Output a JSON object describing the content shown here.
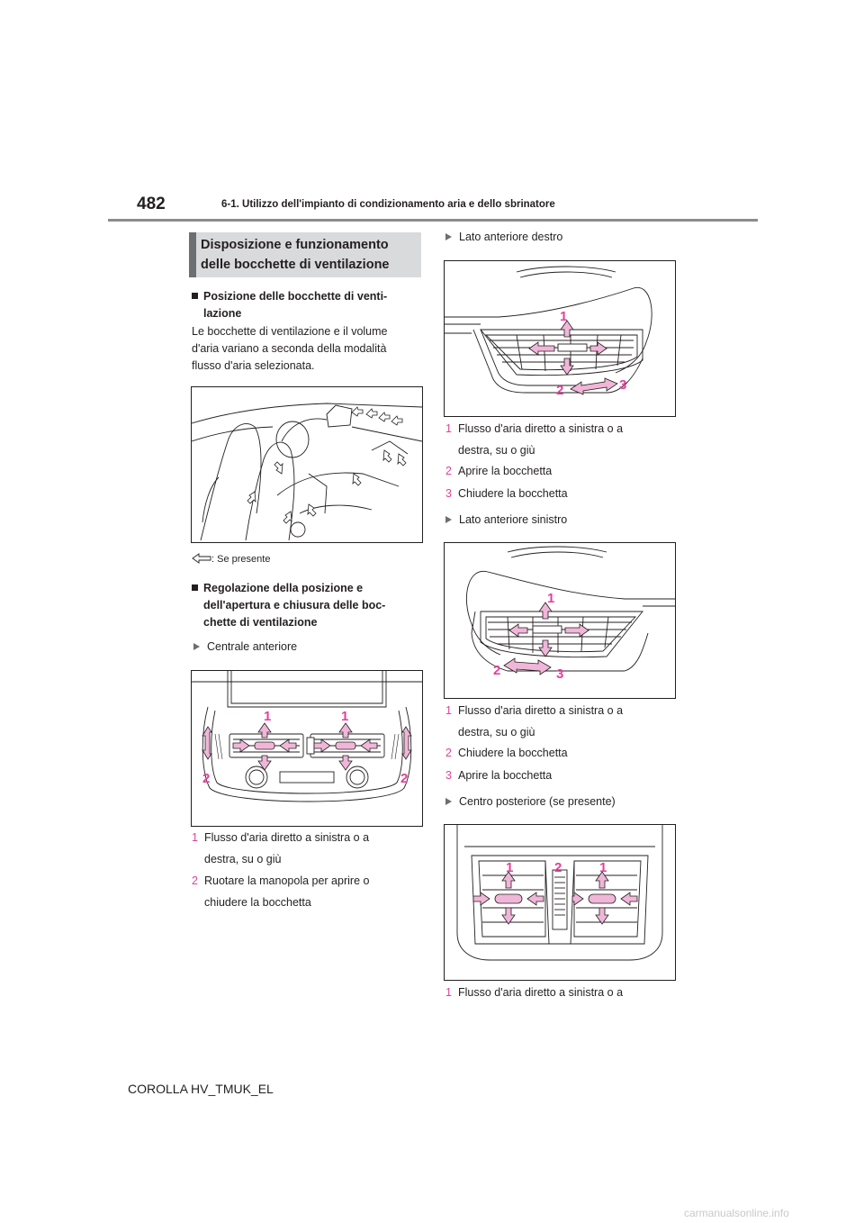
{
  "header": {
    "page_number": "482",
    "chapter_title": "6-1. Utilizzo dell'impianto di condizionamento aria e dello sbrinatore"
  },
  "section": {
    "title_line1": "Disposizione e funzionamento",
    "title_line2": "delle bocchette di ventilazione"
  },
  "left": {
    "position_heading_line1": "Posizione delle bocchette di venti-",
    "position_heading_line2": "lazione",
    "intro_line1": "Le bocchette di ventilazione e il volume",
    "intro_line2": "d'aria variano a seconda della modalità",
    "intro_line3": "flusso d'aria selezionata.",
    "legend_text": ": Se presente",
    "adjust_heading_line1": "Regolazione della posizione e",
    "adjust_heading_line2": "dell'apertura e chiusura delle boc-",
    "adjust_heading_line3": "chette di ventilazione",
    "front_center_label": "Centrale anteriore",
    "fc_item1_num": "1",
    "fc_item1_line1": "Flusso d'aria diretto a sinistra o a",
    "fc_item1_line2": "destra, su o giù",
    "fc_item2_num": "2",
    "fc_item2_line1": "Ruotare la manopola per aprire o",
    "fc_item2_line2": "chiudere la bocchetta"
  },
  "right": {
    "front_right_label": "Lato anteriore destro",
    "fr_item1_num": "1",
    "fr_item1_line1": "Flusso d'aria diretto a sinistra o a",
    "fr_item1_line2": "destra, su o giù",
    "fr_item2_num": "2",
    "fr_item2_text": "Aprire la bocchetta",
    "fr_item3_num": "3",
    "fr_item3_text": "Chiudere la bocchetta",
    "front_left_label": "Lato anteriore sinistro",
    "fl_item1_num": "1",
    "fl_item1_line1": "Flusso d'aria diretto a sinistra o a",
    "fl_item1_line2": "destra, su o giù",
    "fl_item2_num": "2",
    "fl_item2_text": "Chiudere la bocchetta",
    "fl_item3_num": "3",
    "fl_item3_text": "Aprire la bocchetta",
    "rear_center_label": "Centro posteriore (se presente)",
    "rc_item1_num": "1",
    "rc_item1_line1": "Flusso d'aria diretto a sinistra o a"
  },
  "figures": {
    "fc_callout_1": "1",
    "fc_callout_2": "2",
    "fr_callout_1": "1",
    "fr_callout_2": "2",
    "fr_callout_3": "3",
    "fl_callout_1": "1",
    "fl_callout_2": "2",
    "fl_callout_3": "3",
    "rc_callout_1": "1",
    "rc_callout_2": "2"
  },
  "colors": {
    "accent_pink": "#e0429a",
    "arrow_fill": "#f0b6d8",
    "section_bg": "#d9dadb",
    "rule_gray": "#8a8c8e"
  },
  "footer": {
    "model_code": "COROLLA HV_TMUK_EL",
    "watermark": "carmanualsonline.info"
  }
}
